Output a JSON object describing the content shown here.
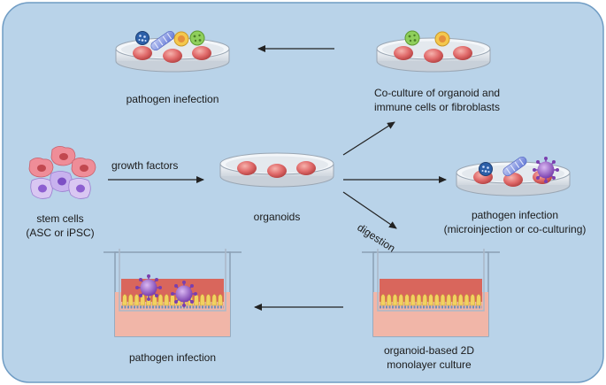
{
  "colors": {
    "panel_bg": "#b9d3e9",
    "panel_border": "#6f9cc4",
    "arrow": "#222222",
    "dish_glass": "#e9edf2",
    "organoid": "#e06a6a",
    "stem_cell_pink": "#ef8d98",
    "stem_cell_purple": "#b59be0",
    "medium_red": "#d9665c",
    "medium_pink": "#f1b6a8",
    "villi_yellow": "#f2d161",
    "virus_purple": "#9d5fd0",
    "bacteria_blue": "#8a9ee6",
    "immune_green": "#8fcf5c",
    "immune_yellow": "#f4c84d"
  },
  "icons": [
    "petri-dish-icon",
    "organoid-icon",
    "stem-cell-icon",
    "virus-icon",
    "bacteria-icon",
    "immune-cell-icon",
    "transwell-insert-icon"
  ],
  "labels": {
    "stem_cells_line1": "stem cells",
    "stem_cells_line2": "(ASC or iPSC)",
    "growth_factors": "growth factors",
    "organoids": "organoids",
    "digestion": "digestion",
    "coculture_line1": "Co-culture of organoid and",
    "coculture_line2": "immune cells or fibroblasts",
    "pathogen_inefection": "pathogen inefection",
    "pathogen_infection_right_line1": "pathogen infection",
    "pathogen_infection_right_line2": "(microinjection or co-culturing)",
    "monolayer_line1": "organoid-based 2D",
    "monolayer_line2": "monolayer culture",
    "pathogen_infection_bottom": "pathogen infection"
  }
}
